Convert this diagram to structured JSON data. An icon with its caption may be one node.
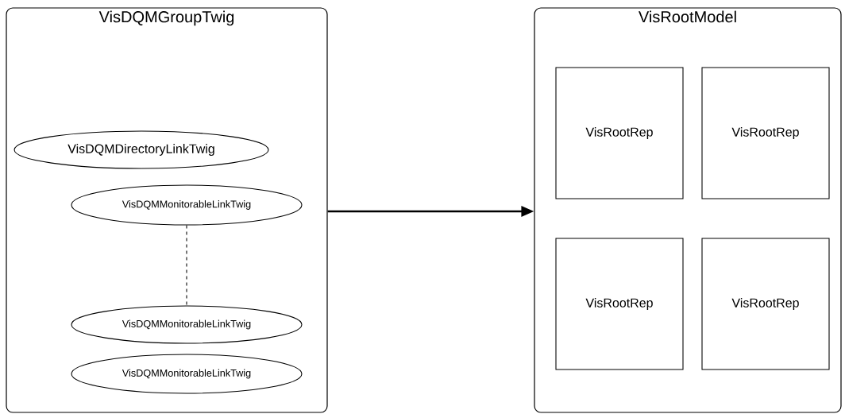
{
  "diagram": {
    "nodes": [
      {
        "text": [
          "VisDQMGroupTwig"
        ]
      },
      {
        "text": [
          "VisDQMDirectoryLinkTwig"
        ],
        "in": 0
      },
      {
        "text": [
          "VisDQMMonitorableLinkTwig"
        ],
        "in": 0
      },
      {
        "text": [
          "VisDQMMonitorableLinkTwig"
        ],
        "in": 0
      },
      {
        "text": [
          "VisDQMMonitorableLinkTwig"
        ],
        "in": 0
      },
      {
        "text": [
          "VisRootModel"
        ]
      },
      {
        "text": [
          "VisRootRep"
        ],
        "in": 5
      },
      {
        "text": [
          "VisRootRep"
        ],
        "in": 5
      },
      {
        "text": [
          "VisRootRep"
        ],
        "in": 5
      },
      {
        "text": [
          "VisRootRep"
        ],
        "in": 5
      }
    ],
    "edges": [
      {
        "from": 2,
        "to": 3,
        "arrow": "none",
        "style": "dashed"
      },
      {
        "from": 0,
        "to": 5,
        "arrow": "to",
        "style": "thick"
      }
    ]
  }
}
